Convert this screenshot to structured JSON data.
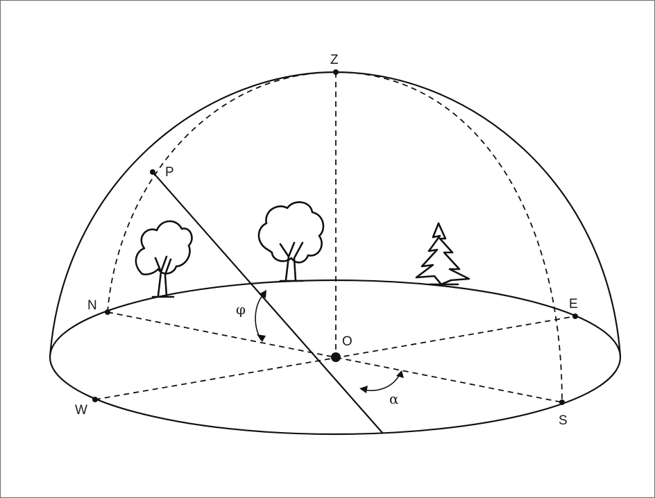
{
  "labels": {
    "zenith": "Z",
    "pole": "P",
    "north": "N",
    "east": "E",
    "west": "W",
    "south": "S",
    "origin": "O",
    "angle_phi": "φ",
    "angle_alpha": "α"
  },
  "colors": {
    "line": "#111111",
    "background": "#ffffff",
    "frame": "#6b6b6b"
  }
}
